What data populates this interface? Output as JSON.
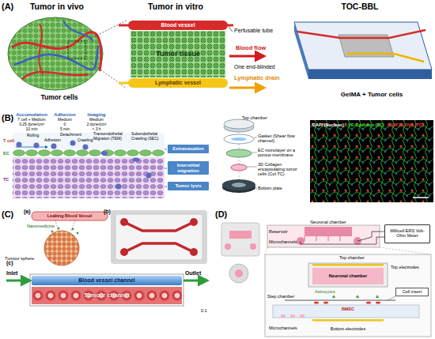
{
  "diagram": {
    "nodes": [
      {
        "text": [
          "Blood vessel"
        ]
      },
      {
        "text": [
          "Tumor tissue"
        ]
      },
      {
        "text": [
          "Lymphatic vessel"
        ]
      },
      {
        "text": [
          "Extravasation"
        ]
      },
      {
        "text": [
          "Interstitial migration"
        ]
      },
      {
        "text": [
          "Tumor lysis"
        ]
      },
      {
        "text": [
          "Blood vessel channel"
        ]
      },
      {
        "text": [
          "Tumour channel"
        ]
      },
      {
        "text": [
          "Millicell-ERS Volt-Ohm Meter"
        ]
      },
      {
        "text": [
          "Cell insert"
        ]
      }
    ],
    "labels": [
      "(A)",
      "Tumor in vivo",
      "Tumor in vitro",
      "TOC-BBL",
      "Tumor cells",
      "Perfusable tube",
      "Blood flow",
      "One end-blinded",
      "Lymphatic drain",
      "GelMA + Tumor cells",
      "(B)",
      "Accumulation",
      "T cell + Medium",
      "0.25 dyne/cm²",
      "10 min",
      "Adhesion",
      "Medium",
      "0",
      "5 min",
      "Imaging",
      "Medium",
      "2 dyne/cm²",
      "> 3 h",
      "T cell",
      "Rolling",
      "Adhesion",
      "Detachment",
      "Crawling",
      "Transendothelial Migration (TEM)",
      "Subendothelial Crawling (SEC)",
      "EC",
      "TC",
      "Top chamber",
      "Gasket (Shear flow channel)",
      "EC monolayer on a porous membrane",
      "3D Collagen encapsulating tumor cells (Col-TC)",
      "Bottom plate",
      "DAPI (Nucleus)",
      "VE-Cadherin (EC)",
      "B16F10-OVA (TC)",
      "(C)",
      "(a)",
      "Leaking Blood Vessel",
      "Nanomedicine",
      "Tumour sphere",
      "(b)",
      "(c)",
      "Inlet",
      "Outlet",
      "0.1",
      "(D)",
      "Neuronal chamber",
      "Reservoir",
      "Microchannels",
      "Top chamber",
      "Top electrodes",
      "Neuronal chamber",
      "Astrocytes",
      "Step chamber",
      "BMEC",
      "Microchannels",
      "Bottom electrodes"
    ]
  }
}
